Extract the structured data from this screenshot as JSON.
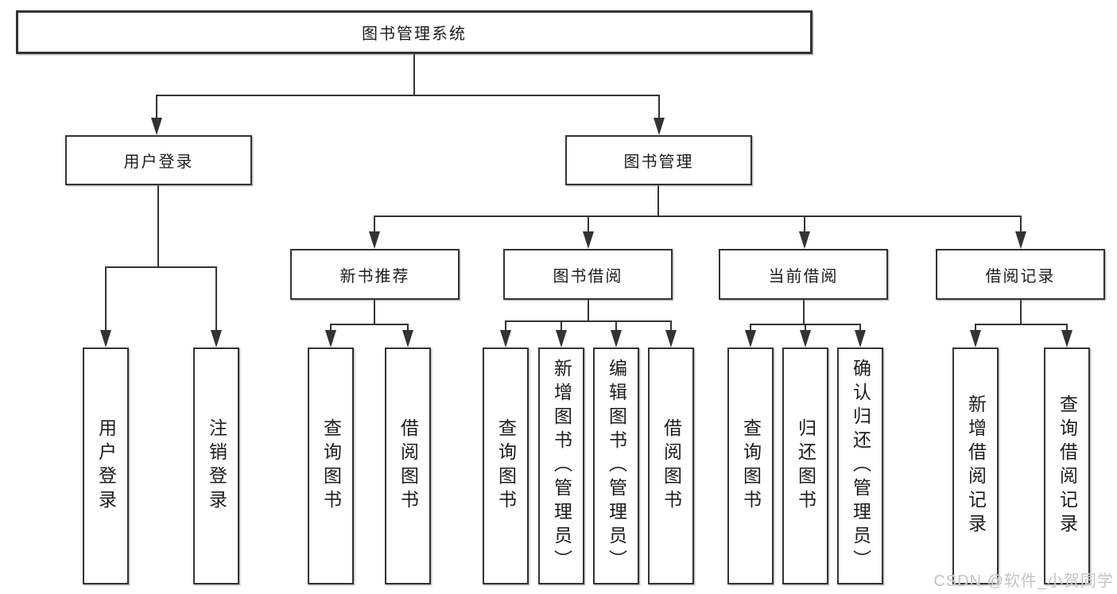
{
  "diagram": {
    "type": "hierarchy-tree",
    "root": {
      "label": "图书管理系统",
      "children": [
        {
          "label": "用户登录",
          "children": [
            {
              "label": "用户登录"
            },
            {
              "label": "注销登录"
            }
          ]
        },
        {
          "label": "图书管理",
          "children": [
            {
              "label": "新书推荐",
              "children": [
                {
                  "label": "查询图书"
                },
                {
                  "label": "借阅图书"
                }
              ]
            },
            {
              "label": "图书借阅",
              "children": [
                {
                  "label": "查询图书"
                },
                {
                  "label": "新增图书（管理员）"
                },
                {
                  "label": "编辑图书（管理员）"
                },
                {
                  "label": "借阅图书"
                }
              ]
            },
            {
              "label": "当前借阅",
              "children": [
                {
                  "label": "查询图书"
                },
                {
                  "label": "归还图书"
                },
                {
                  "label": "确认归还（管理员）"
                }
              ]
            },
            {
              "label": "借阅记录",
              "children": [
                {
                  "label": "新增借阅记录"
                },
                {
                  "label": "查询借阅记录"
                }
              ]
            }
          ]
        }
      ]
    },
    "colors": {
      "line": "#333333",
      "box_border": "#333333",
      "box_fill": "#ffffff",
      "text": "#1c1c1c",
      "watermark": "#c3c4c8"
    }
  },
  "watermark": {
    "text": "CSDN @软件_小贺同学"
  }
}
